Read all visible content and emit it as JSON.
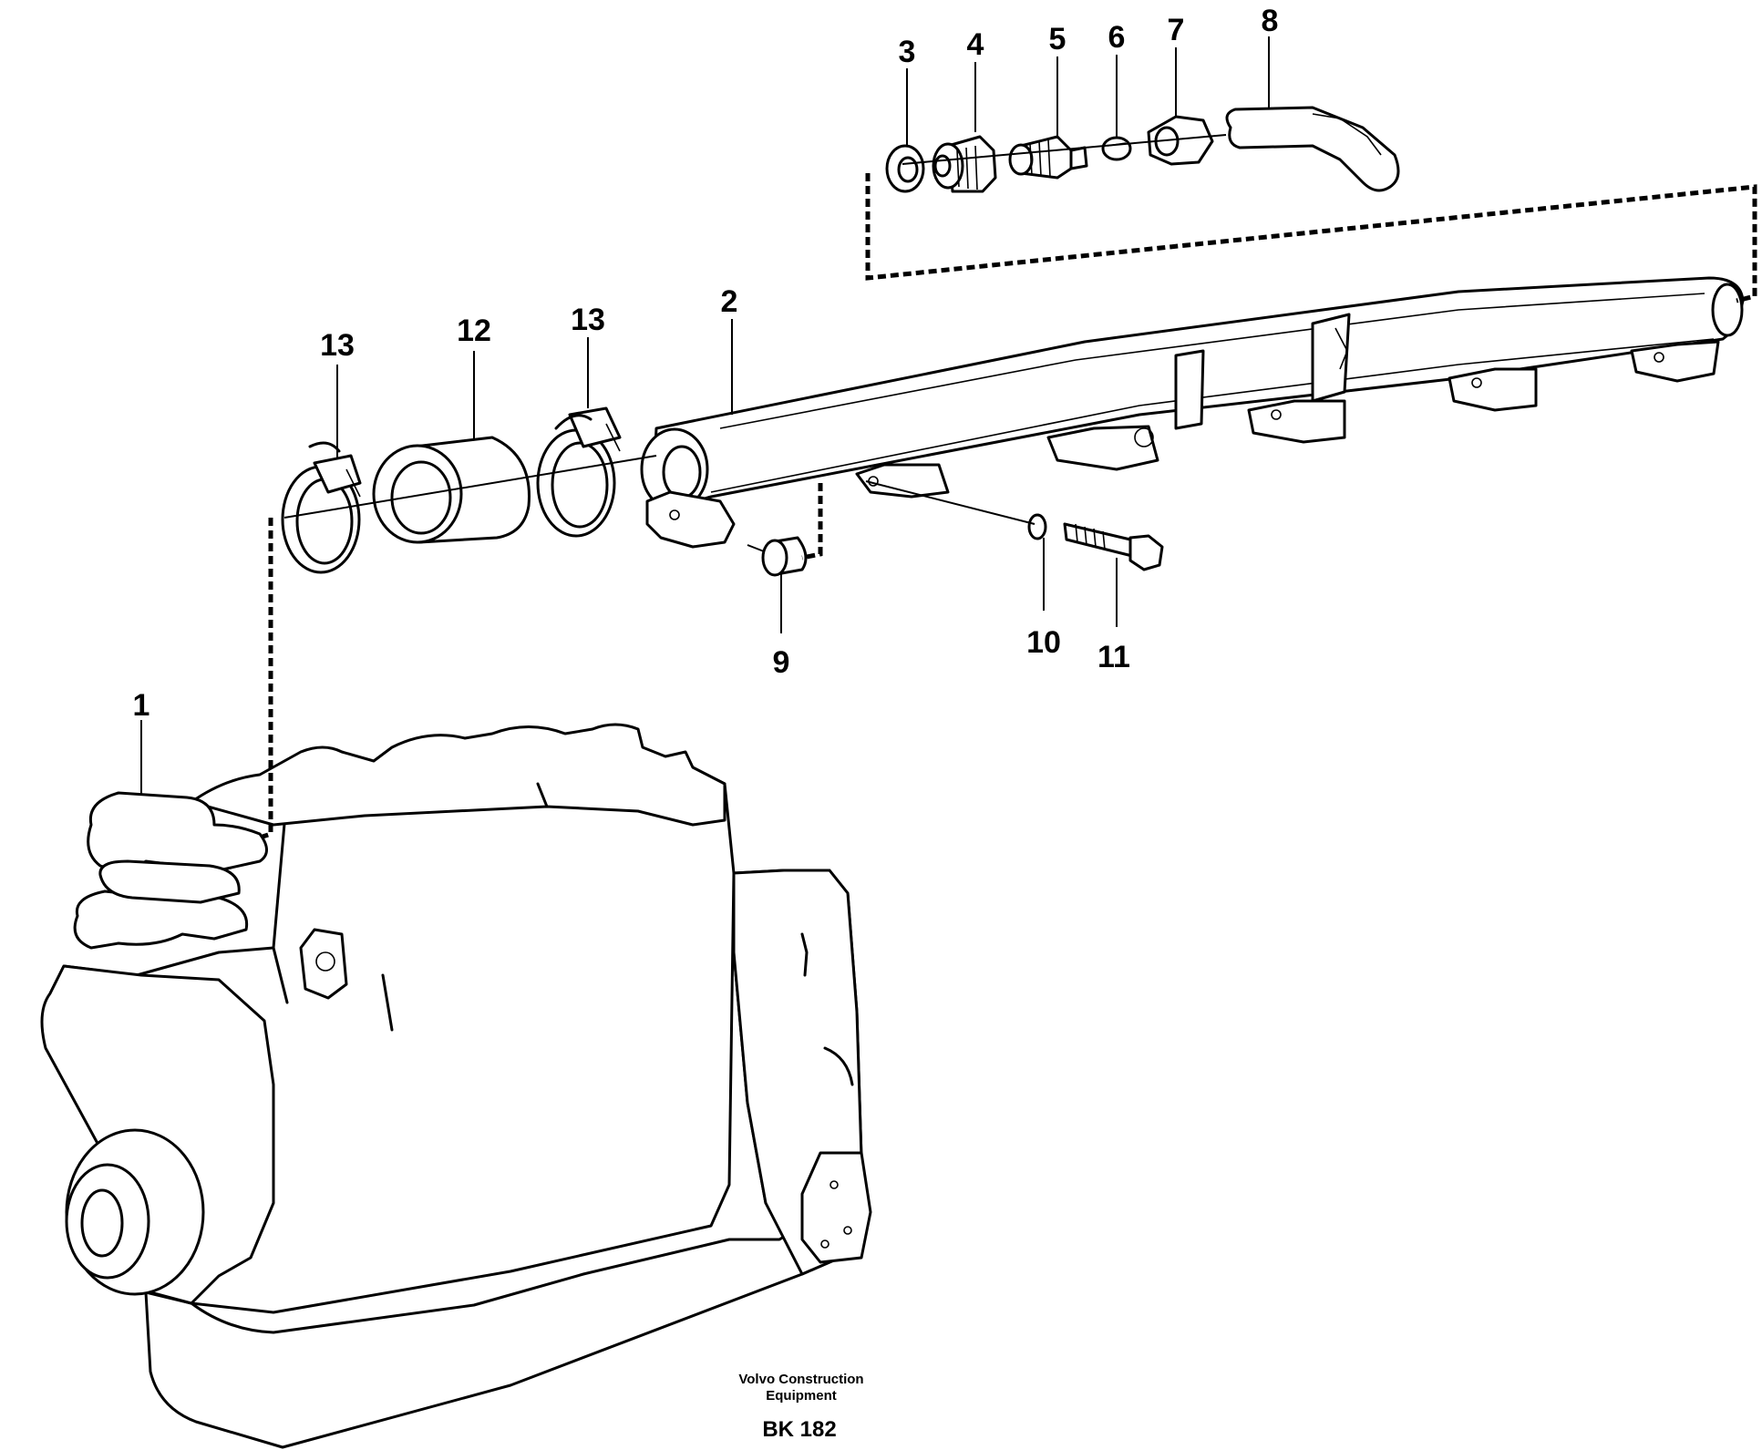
{
  "callouts": {
    "c1": "1",
    "c2": "2",
    "c3": "3",
    "c4": "4",
    "c5": "5",
    "c6": "6",
    "c7": "7",
    "c8": "8",
    "c9": "9",
    "c10": "10",
    "c11": "11",
    "c12": "12",
    "c13a": "13",
    "c13b": "13"
  },
  "credit": {
    "line1": "Volvo Construction",
    "line2": "Equipment",
    "code": "BK 182"
  }
}
